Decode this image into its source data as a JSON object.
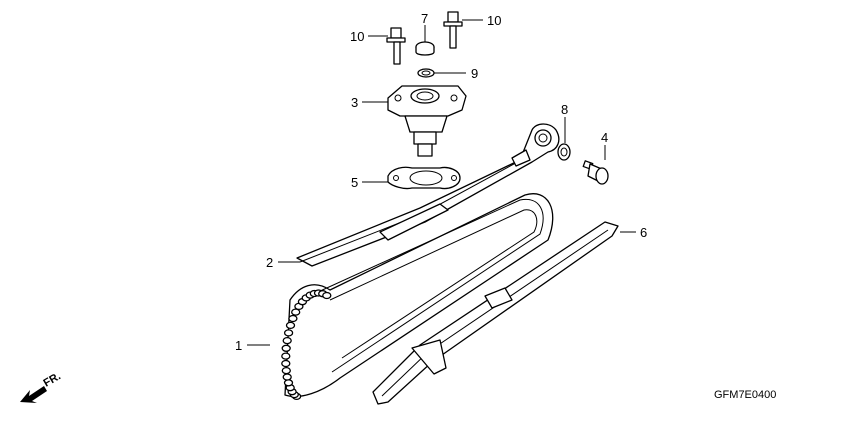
{
  "callouts": [
    {
      "number": "1",
      "part": "cam-chain"
    },
    {
      "number": "2",
      "part": "tensioner-slipper"
    },
    {
      "number": "3",
      "part": "tensioner-lifter"
    },
    {
      "number": "4",
      "part": "sealing-bolt"
    },
    {
      "number": "5",
      "part": "lifter-gasket"
    },
    {
      "number": "6",
      "part": "chain-guide"
    },
    {
      "number": "7",
      "part": "lifter-plug"
    },
    {
      "number": "8",
      "part": "washer"
    },
    {
      "number": "9",
      "part": "o-ring"
    },
    {
      "number": "10",
      "part": "flange-bolt"
    }
  ],
  "label_10a": "10",
  "label_10b": "10",
  "front_marker": "FR.",
  "diagram_code": "GFM7E0400",
  "colors": {
    "line": "#000000",
    "background": "#ffffff"
  }
}
